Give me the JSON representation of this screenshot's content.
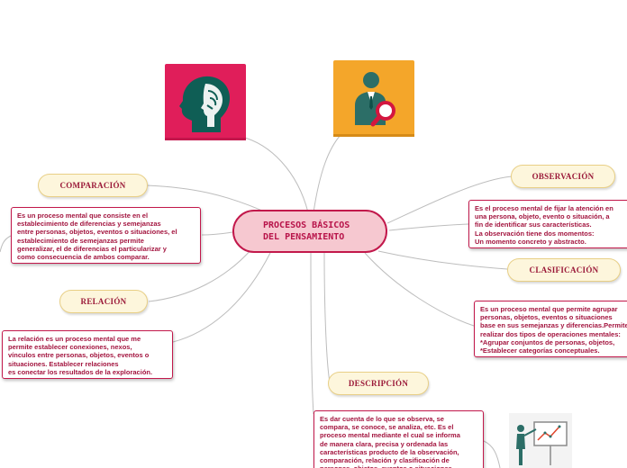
{
  "central": {
    "title": "PROCESOS BÁSICOS\nDEL PENSAMIENTO"
  },
  "topics": {
    "comparacion": "COMPARACIÓN",
    "observacion": "OBSERVACIÓN",
    "clasificacion": "CLASIFICACIÓN",
    "relacion": "RELACIÓN",
    "descripcion": "DESCRIPCIÓN"
  },
  "notes": {
    "comparacion": "Es un proceso mental que consiste en el\nestablecimiento de diferencias y semejanzas\nentre personas, objetos, eventos o situaciones, el\nestablecimiento de semejanzas permite\ngeneralizar, el de diferencias el particularizar y\ncomo consecuencia de ambos comparar.",
    "observacion": "Es el proceso mental de fijar la atención en\nuna persona, objeto, evento o situación, a\nfin de identificar sus características.\nLa observación tiene dos momentos:\nUn momento concreto y abstracto.",
    "clasificacion": "Es un proceso mental que permite agrupar\npersonas,  objetos, eventos o situaciones\nbase en sus semejanzas y diferencias.Permite\nrealizar dos tipos de operaciones mentales:\n*Agrupar conjuntos de personas, objetos,\n*Establecer categorías conceptuales.",
    "relacion": "La relación es un proceso mental que me\npermite establecer conexiones, nexos,\nvínculos entre personas, objetos, eventos o\nsituaciones. Establecer relaciones\nes conectar los resultados de la exploración.",
    "descripcion": "Es dar cuenta de lo que se observa, se\ncompara, se conoce, se analiza, etc. Es el\nproceso mental mediante el cual se informa\nde manera clara, precisa y ordenada las\ncaracterísticas producto de la observación,\ncomparación, relación y clasificación de\npersonas, objetos, eventos o situaciones."
  },
  "icons": {
    "head": "head-silhouette-icon",
    "inspector": "person-magnifier-icon",
    "presenter": "presenter-whiteboard-icon"
  },
  "colors": {
    "accent": "#c2184b",
    "central_fill": "#f6c8d0",
    "pill_fill": "#fdf6dc",
    "head_tile": "#e01e5a",
    "inspector_tile": "#f4a62a",
    "link": "#b9b9b9"
  }
}
